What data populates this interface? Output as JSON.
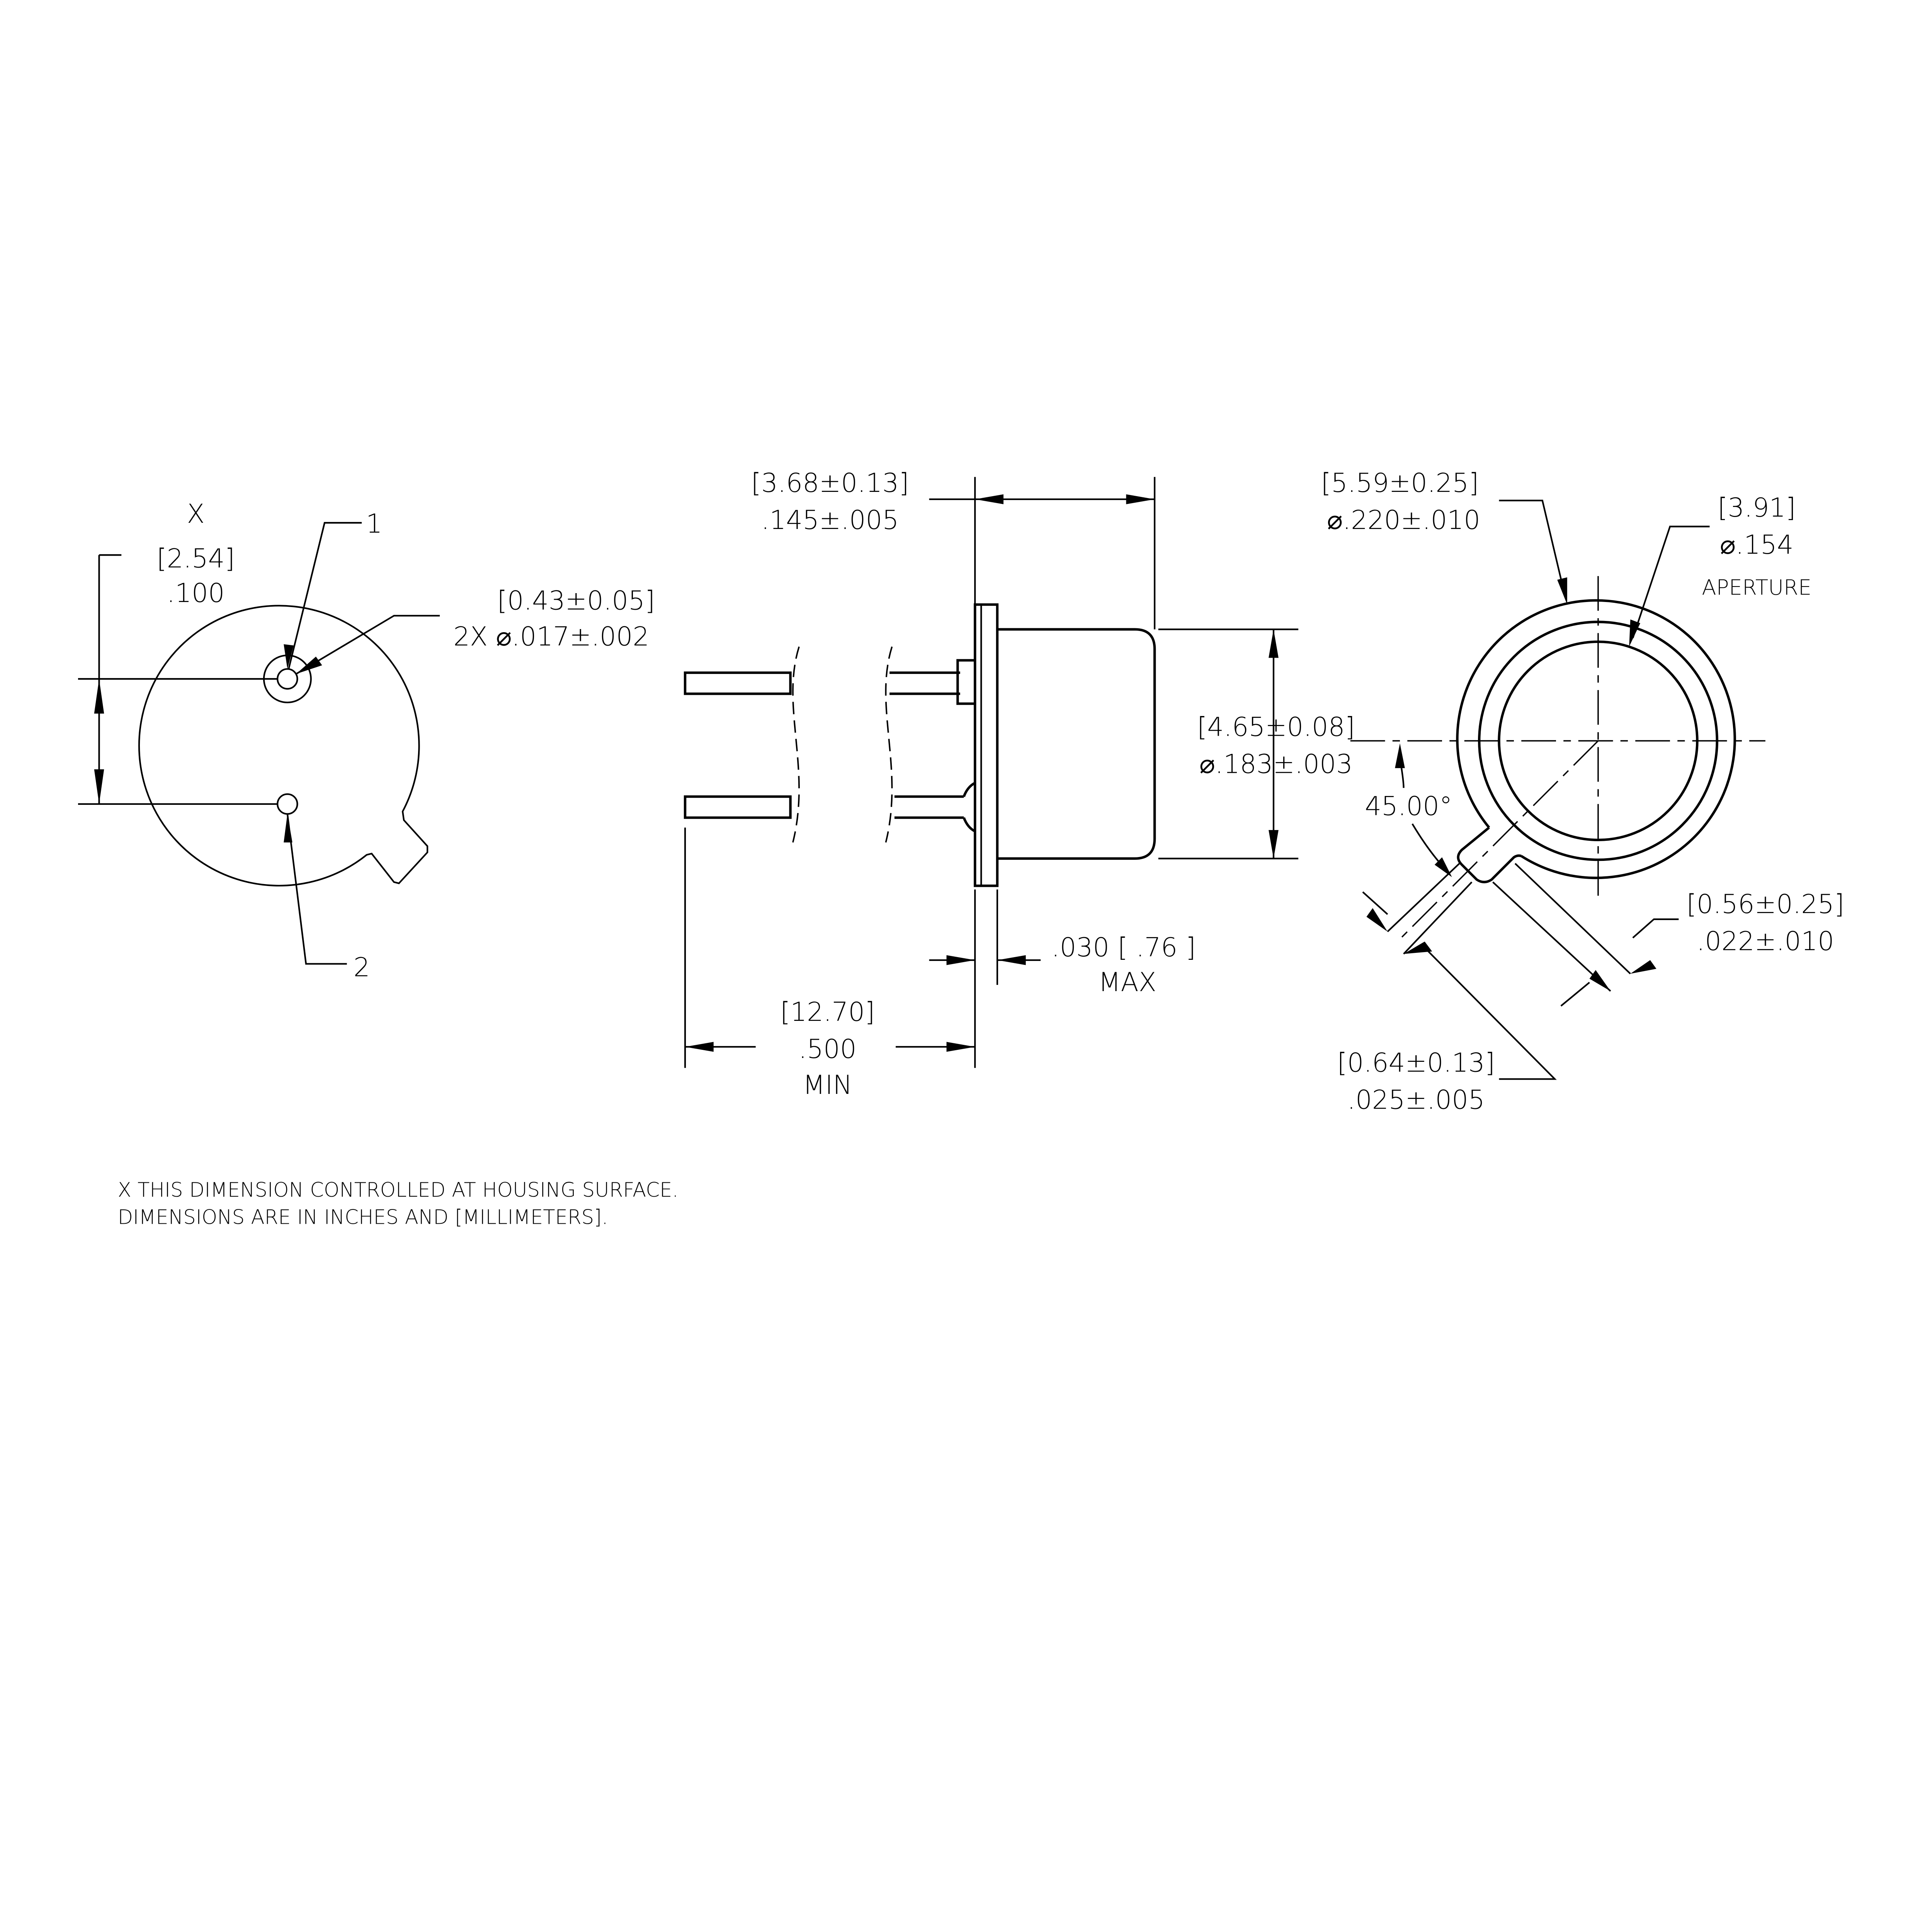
{
  "left_view": {
    "basic_marker": "X",
    "pin_spacing_mm": "[2.54]",
    "pin_spacing_in": ".100",
    "pin1_label": "1",
    "pin2_label": "2",
    "pin_dia_mm": "[0.43±0.05]",
    "pin_dia_in": "2X  ⌀.017±.002"
  },
  "side_view": {
    "body_length_mm": "[3.68±0.13]",
    "body_length_in": ".145±.005",
    "body_dia_mm": "[4.65±0.08]",
    "body_dia_in": "⌀.183±.003",
    "flange_thk": ".030 [ .76 ]",
    "flange_thk_qual": "MAX",
    "lead_length_mm": "[12.70]",
    "lead_length_in": ".500",
    "lead_length_qual": "MIN"
  },
  "front_view": {
    "flange_dia_mm": "[5.59±0.25]",
    "flange_dia_in": "⌀.220±.010",
    "aperture_mm": "[3.91]",
    "aperture_in": "⌀.154",
    "aperture_label": "APERTURE",
    "tab_angle": "45.00°",
    "tab_length_mm": "[0.56±0.25]",
    "tab_length_in": ".022±.010",
    "tab_width_mm": "[0.64±0.13]",
    "tab_width_in": ".025±.005"
  },
  "notes": [
    "X  THIS DIMENSION CONTROLLED AT HOUSING SURFACE.",
    "DIMENSIONS ARE IN INCHES AND [MILLIMETERS]."
  ]
}
